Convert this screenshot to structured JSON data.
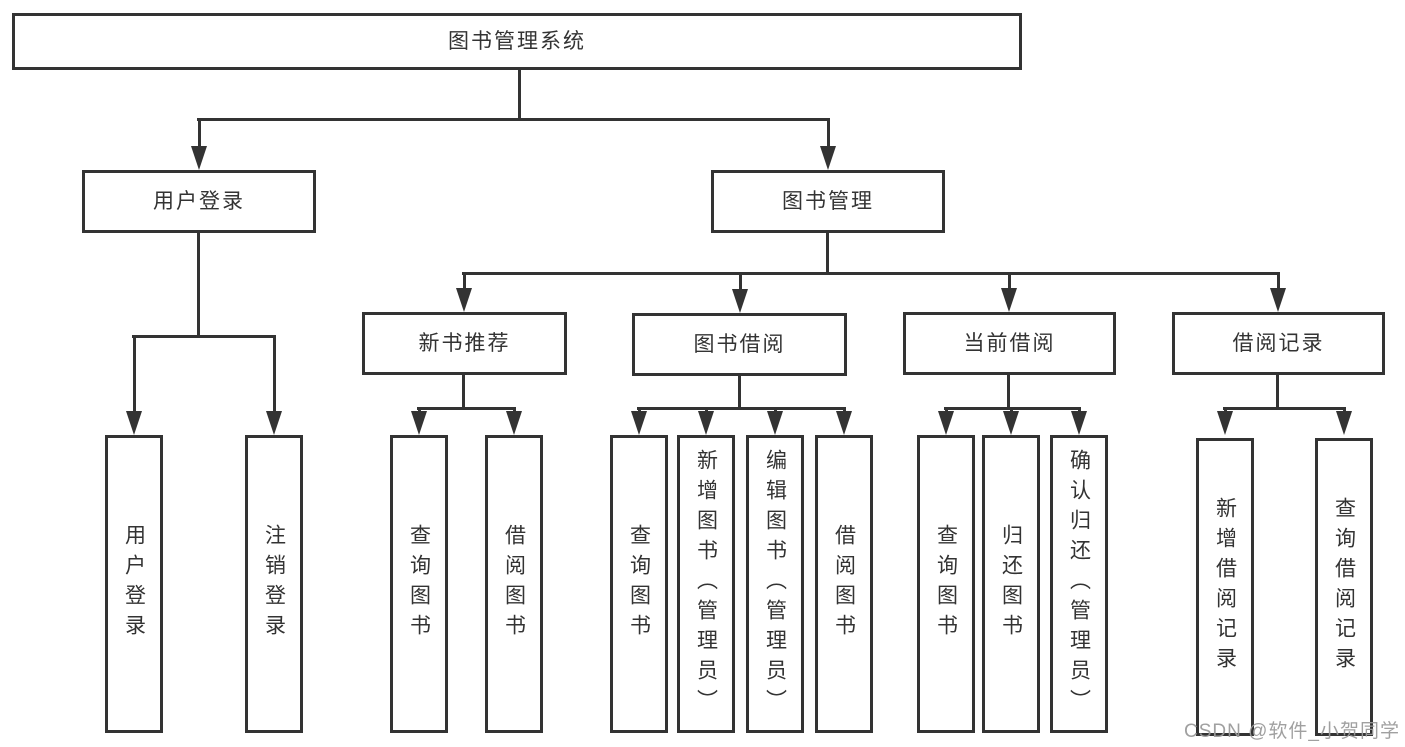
{
  "tree": {
    "root": "图书管理系统",
    "level2": [
      "用户登录",
      "图书管理"
    ],
    "level3": [
      "新书推荐",
      "图书借阅",
      "当前借阅",
      "借阅记录"
    ],
    "leaves": [
      "用户登录",
      "注销登录",
      "查询图书",
      "借阅图书",
      "查询图书",
      "新增图书（管理员）",
      "编辑图书（管理员）",
      "借阅图书",
      "查询图书",
      "归还图书",
      "确认归还（管理员）",
      "新增借阅记录",
      "查询借阅记录"
    ]
  },
  "watermark": {
    "text": "CSDN @软件_小贺同学"
  },
  "colors": {
    "line": "#333333",
    "box_border": "#333333",
    "box_background": "#ffffff",
    "text": "#333333",
    "watermark": "#9b9b9b",
    "page_background": "#ffffff"
  }
}
